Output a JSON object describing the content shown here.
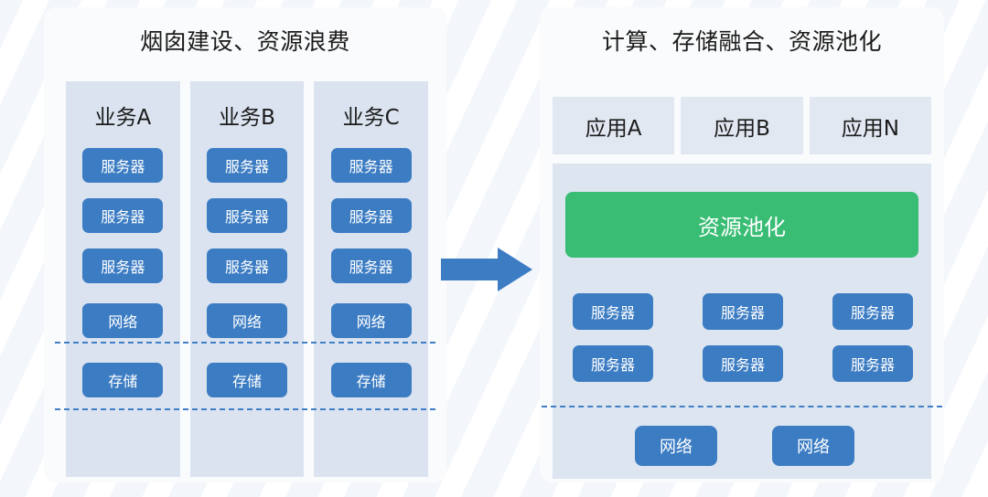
{
  "diagram": {
    "left_panel": {
      "title": "烟囱建设、资源浪费",
      "columns": [
        {
          "header": "业务A",
          "servers": [
            "服务器",
            "服务器",
            "服务器"
          ],
          "network": "网络",
          "storage": "存储"
        },
        {
          "header": "业务B",
          "servers": [
            "服务器",
            "服务器",
            "服务器"
          ],
          "network": "网络",
          "storage": "存储"
        },
        {
          "header": "业务C",
          "servers": [
            "服务器",
            "服务器",
            "服务器"
          ],
          "network": "网络",
          "storage": "存储"
        }
      ]
    },
    "arrow": {
      "direction": "right",
      "color": "#3c7cc3"
    },
    "right_panel": {
      "title": "计算、存储融合、资源池化",
      "apps": [
        "应用A",
        "应用B",
        "应用N"
      ],
      "pool": {
        "label": "资源池化",
        "color": "#39bd74"
      },
      "servers": [
        [
          "服务器",
          "服务器",
          "服务器"
        ],
        [
          "服务器",
          "服务器",
          "服务器"
        ]
      ],
      "networks": [
        "网络",
        "网络"
      ]
    },
    "colors": {
      "panel_bg": "#fafbfc",
      "column_bg": "#dae3ef",
      "chip_blue": "#3c7cc3",
      "app_bg": "#e2e8f1",
      "pool_green": "#39bd74",
      "dash_blue": "#3f7fc6",
      "text_dark": "#1b1b1b"
    }
  }
}
